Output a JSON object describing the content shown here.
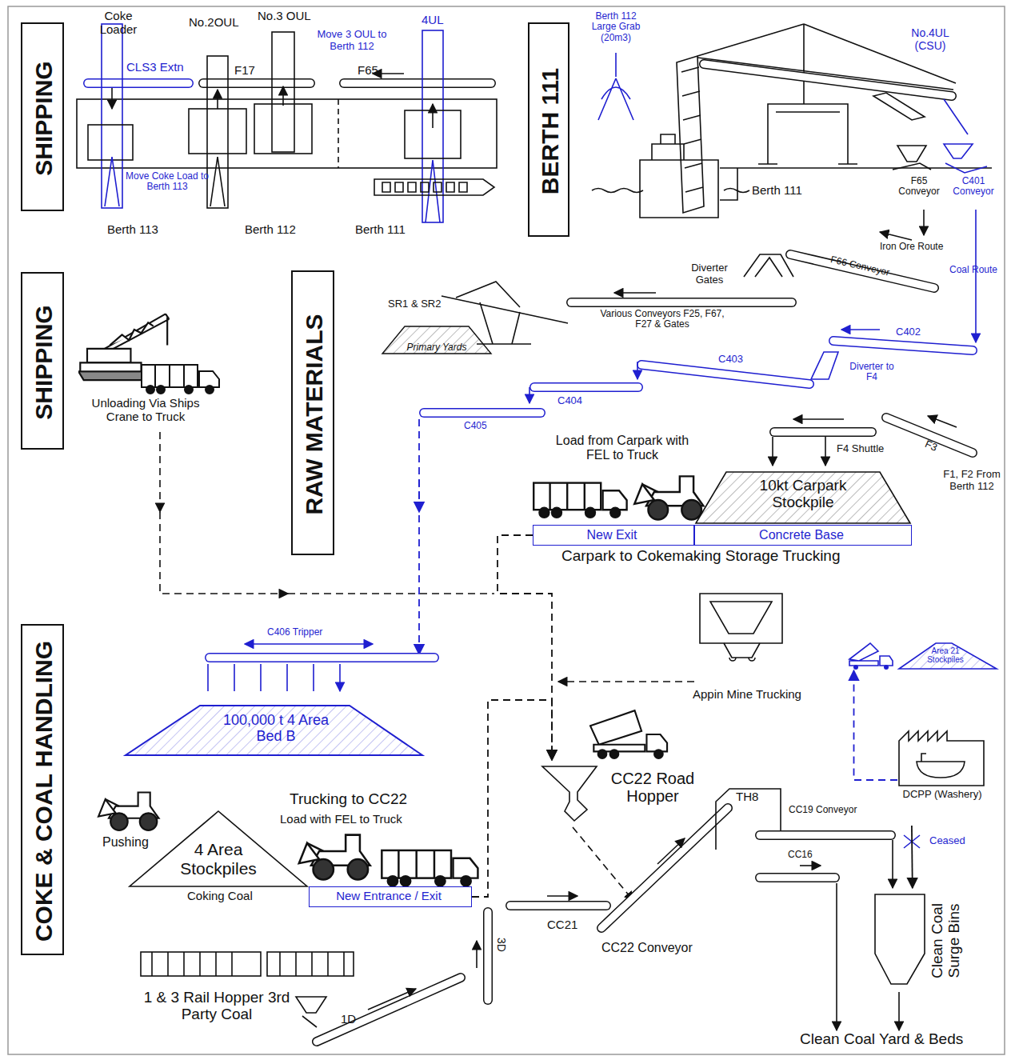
{
  "diagram": {
    "nodes": [
      {
        "text": [
          "SHIPPING"
        ]
      },
      {
        "text": [
          "BERTH 111"
        ]
      },
      {
        "text": [
          "SHIPPING"
        ]
      },
      {
        "text": [
          "RAW MATERIALS"
        ]
      },
      {
        "text": [
          "COKE & COAL HANDLING"
        ]
      },
      {
        "text": [
          "10kt Carpark Stockpile"
        ]
      },
      {
        "text": [
          "Concrete Base"
        ]
      },
      {
        "text": [
          "New Exit"
        ]
      },
      {
        "text": [
          "100,000 t 4 Area Bed B"
        ]
      },
      {
        "text": [
          "4 Area Stockpiles"
        ]
      },
      {
        "text": [
          "New Entrance / Exit"
        ]
      },
      {
        "text": [
          "Primary Yards"
        ]
      },
      {
        "text": [
          "Clean Coal Surge Bins"
        ]
      },
      {
        "text": [
          "Area 21 Stockpiles"
        ]
      },
      {
        "text": [
          "CC22 Road Hopper"
        ]
      },
      {
        "text": [
          "DCPP (Washery)"
        ]
      }
    ],
    "edges": [
      {
        "from": 7,
        "to": 14,
        "arrow": "to"
      },
      {
        "from": 10,
        "to": 14,
        "arrow": "to"
      },
      {
        "from": 15,
        "to": 13,
        "arrow": "to"
      },
      {
        "from": 15,
        "to": 12,
        "arrow": "to",
        "label": "Ceased"
      }
    ],
    "labels": [
      "Coke Loader",
      "No.2OUL",
      "No.3 OUL",
      "Move 3 OUL to Berth 112",
      "4UL",
      "CLS3 Extn",
      "F17",
      "F65",
      "Move Coke Load to Berth 113",
      "Berth 113",
      "Berth 112",
      "Berth 111",
      "Berth 112 Large Grab (20m3)",
      "No.4UL (CSU)",
      "Berth 111",
      "F65 Conveyor",
      "C401 Conveyor",
      "Iron Ore Route",
      "Coal Route",
      "Diverter Gates",
      "F66 Conveyor",
      "SR1 & SR2",
      "Various Conveyors F25, F67, F27 & Gates",
      "C402",
      "C403",
      "Diverter to F4",
      "C404",
      "C405",
      "F4 Shuttle",
      "F3",
      "F1, F2 From Berth 112",
      "Load from Carpark with FEL to Truck",
      "Unloading Via Ships Crane to Truck",
      "C406 Tripper",
      "Appin Mine Trucking",
      "Pushing",
      "Trucking to CC22",
      "Load with FEL to Truck",
      "Coking Coal",
      "TH8",
      "CC19 Conveyor",
      "CC16",
      "CC21",
      "CC22 Conveyor",
      "3D",
      "1 & 3 Rail Hopper 3rd Party Coal",
      "1D",
      "Clean Coal Yard & Beds",
      "Carpark to Cokemaking Storage Trucking"
    ]
  }
}
